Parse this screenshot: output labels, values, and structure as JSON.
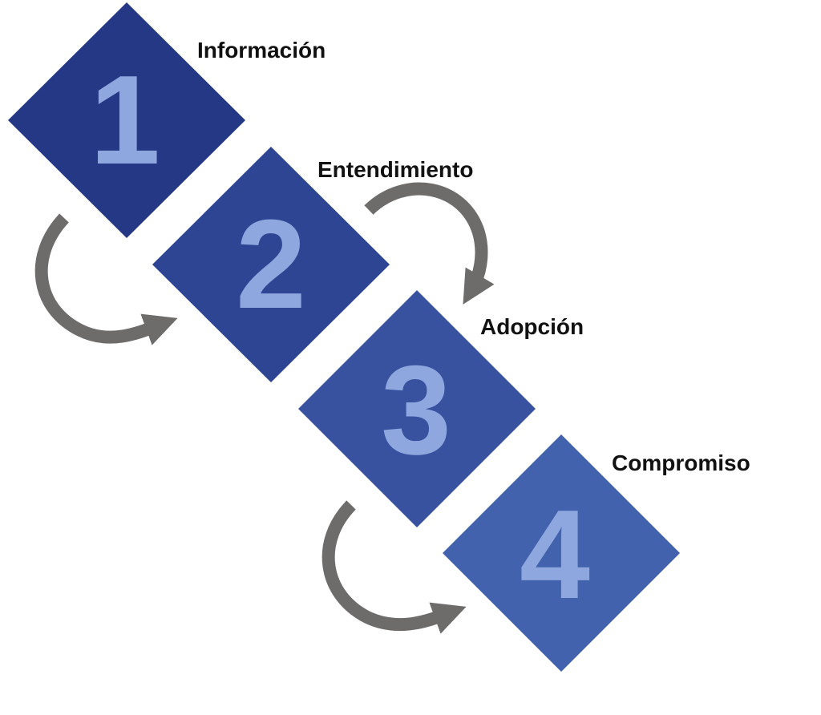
{
  "steps": [
    {
      "number": "1",
      "label": "Información",
      "fill": "#253885",
      "number_color": "#8EA7DE"
    },
    {
      "number": "2",
      "label": "Entendimiento",
      "fill": "#2E4594",
      "number_color": "#8EA7DE"
    },
    {
      "number": "3",
      "label": "Adopción",
      "fill": "#3852A0",
      "number_color": "#8EA7DE"
    },
    {
      "number": "4",
      "label": "Compromiso",
      "fill": "#4262AE",
      "number_color": "#8EA7DE"
    }
  ],
  "arrow_color": "#6E6B6B"
}
